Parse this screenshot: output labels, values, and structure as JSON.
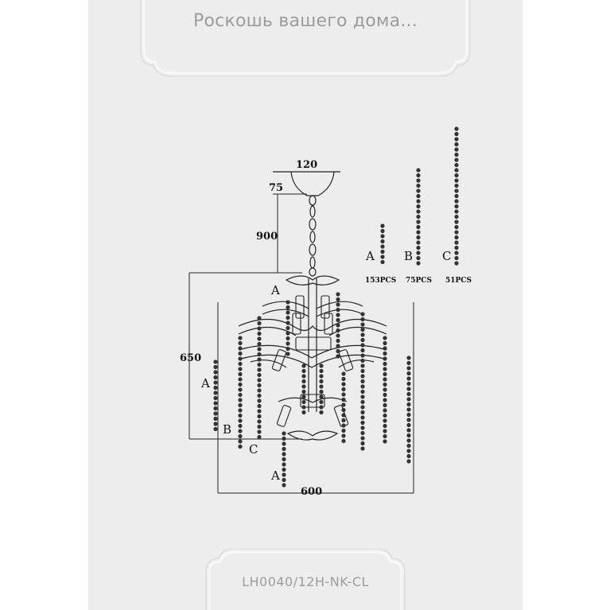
{
  "header": {
    "tagline": "Роскошь вашего дома..."
  },
  "footer": {
    "model": "LH0040/12H-NK-CL"
  },
  "diagram": {
    "dimensions": {
      "canopy_width": "120",
      "canopy_height": "75",
      "chain_length": "900",
      "body_height": "650",
      "body_width": "600"
    },
    "labels": {
      "a": "A",
      "b": "B",
      "c": "C"
    }
  },
  "legend": [
    {
      "label": "A",
      "count": "153PCS"
    },
    {
      "label": "B",
      "count": "75PCS"
    },
    {
      "label": "C",
      "count": "51PCS"
    }
  ],
  "colors": {
    "background": "#ededed",
    "line": "#222222",
    "text_muted": "#9c9c9c"
  }
}
